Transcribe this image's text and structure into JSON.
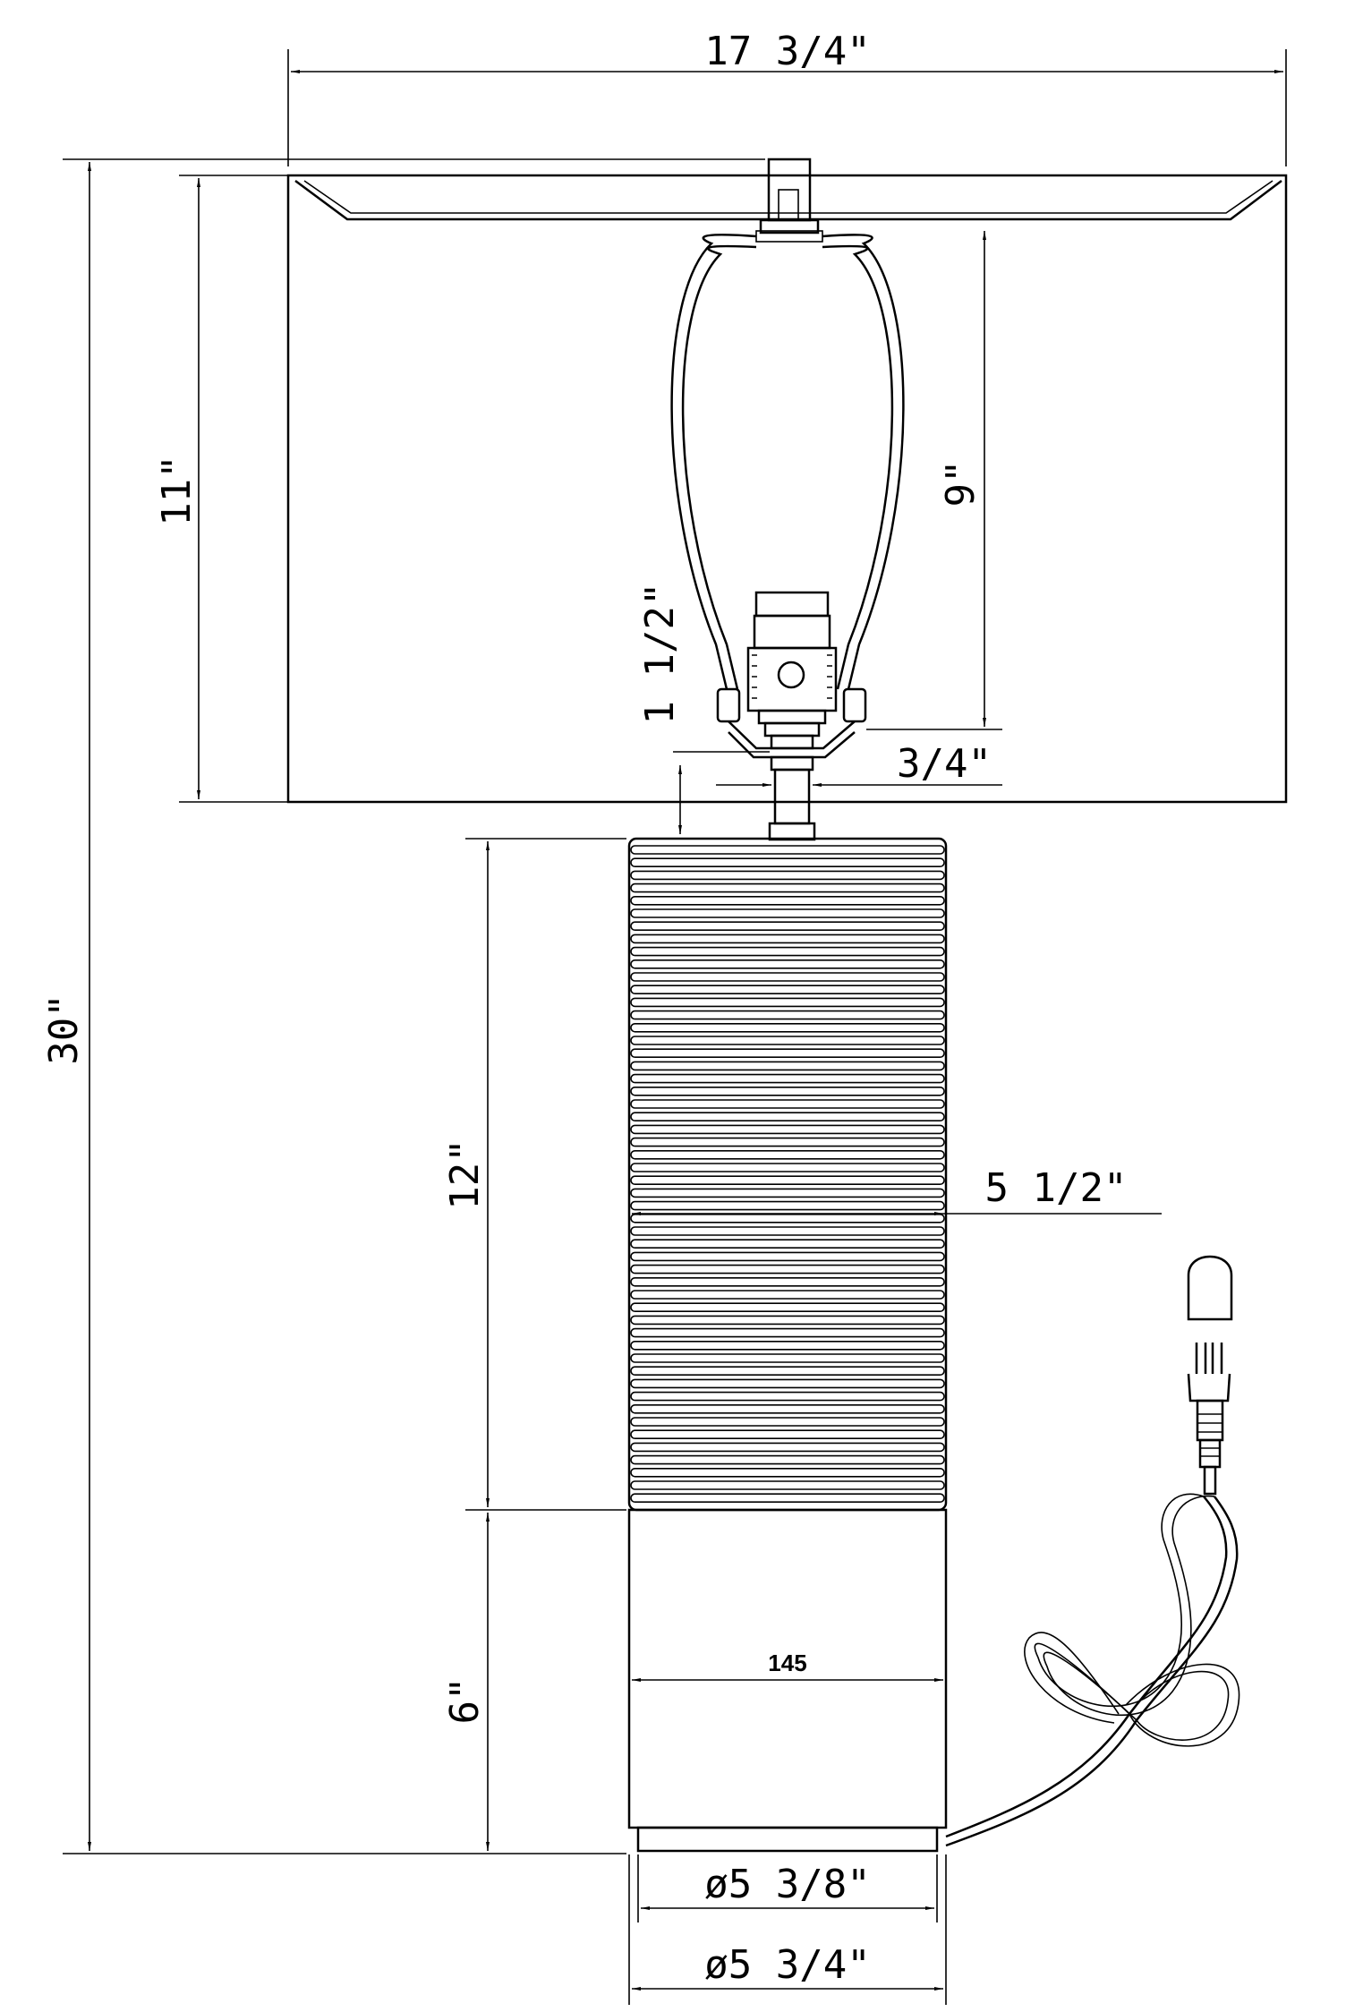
{
  "dimensions": {
    "shade_width": "17 3/4\"",
    "overall_height": "30\"",
    "shade_height": "11\"",
    "harp_height": "9\"",
    "neck_height": "1 1/2\"",
    "neck_width": "3/4\"",
    "body_height": "12\"",
    "body_width": "5 1/2\"",
    "base_height": "6\"",
    "base_value": "145",
    "foot_diameter_inner": "ø5 3/8\"",
    "foot_diameter_outer": "ø5 3/4\""
  }
}
